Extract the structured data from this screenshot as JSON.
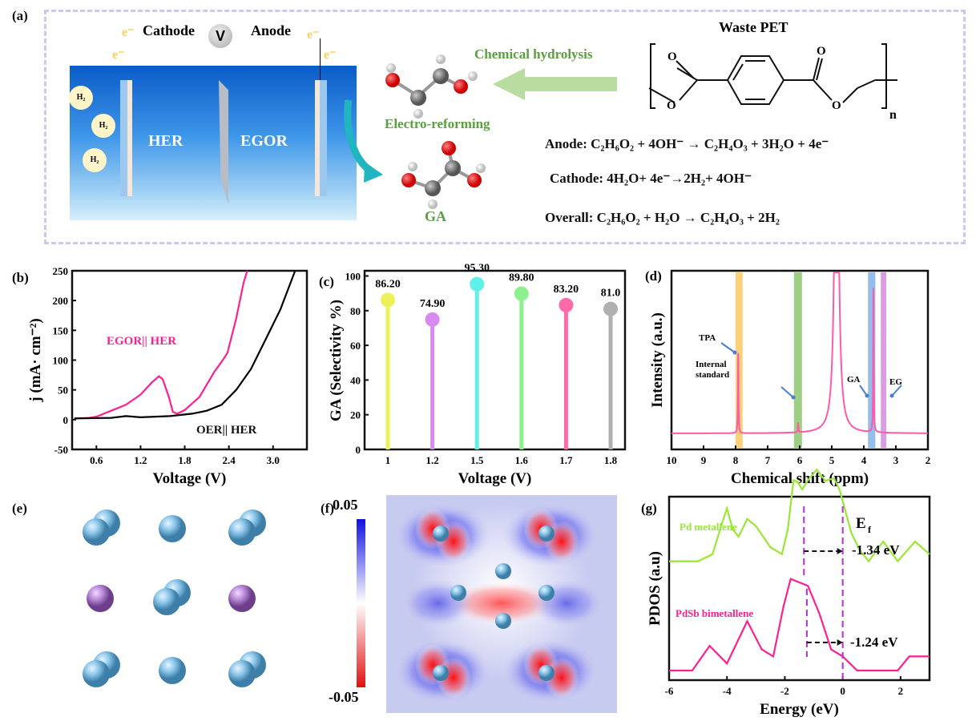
{
  "panels": {
    "a": {
      "label": "(a)",
      "cathode": "Cathode",
      "anode": "Anode",
      "voltmeter": "V",
      "electron": "e⁻",
      "h2": "H₂",
      "her": "HER",
      "egor": "EGOR",
      "electro_reforming": "Electro-reforming",
      "ga": "GA",
      "chemical_hydrolysis": "Chemical hydrolysis",
      "waste_pet": "Waste PET",
      "pet_o": "O",
      "pet_n": "n",
      "eq_anode": "Anode: C₂H₆O₂ + 4OH⁻ → C₂H₄O₃ + 3H₂O + 4e⁻",
      "eq_cathode": "Cathode: 4H₂O+ 4e⁻→2H₂+ 4OH⁻",
      "eq_overall": "Overall: C₂H₆O₂ + H₂O → C₂H₄O₃ + 2H₂"
    },
    "e": {
      "label": "(e)"
    },
    "f": {
      "label": "(f)",
      "cbar_max": "0.05",
      "cbar_min": "-0.05"
    }
  },
  "colors": {
    "pink": "#ff3399",
    "green": "#99e633",
    "blue_bg": "#1e6fd0"
  },
  "chart_data": [
    {
      "id": "b",
      "label": "(b)",
      "type": "line",
      "xlabel": "Voltage (V)",
      "ylabel": "j (mA· cm⁻²)",
      "xlim": [
        0.27,
        3.46
      ],
      "ylim": [
        -50,
        250
      ],
      "xticks": [
        0.6,
        1.2,
        1.8,
        2.4,
        3.0
      ],
      "xtick_labels": [
        "0.6",
        "1.2",
        "1.8",
        "2.4",
        "3.0"
      ],
      "yticks": [
        -50,
        0,
        50,
        100,
        150,
        200,
        250
      ],
      "ytick_labels": [
        "-50",
        "0",
        "50",
        "100",
        "150",
        "200",
        "250"
      ],
      "series": [
        {
          "name": "EGOR|| HER",
          "color": "#ff1f8f",
          "points": [
            [
              0.3,
              2
            ],
            [
              0.5,
              3
            ],
            [
              0.6,
              5
            ],
            [
              0.8,
              15
            ],
            [
              1.0,
              25
            ],
            [
              1.2,
              42
            ],
            [
              1.35,
              62
            ],
            [
              1.45,
              73
            ],
            [
              1.5,
              68
            ],
            [
              1.58,
              40
            ],
            [
              1.64,
              13
            ],
            [
              1.7,
              10
            ],
            [
              1.8,
              16
            ],
            [
              2.0,
              38
            ],
            [
              2.2,
              80
            ],
            [
              2.3,
              97
            ],
            [
              2.38,
              112
            ],
            [
              2.5,
              170
            ],
            [
              2.6,
              230
            ],
            [
              2.65,
              250
            ]
          ]
        },
        {
          "name": "OER|| HER",
          "color": "#000000",
          "points": [
            [
              0.3,
              2
            ],
            [
              0.8,
              3
            ],
            [
              1.0,
              6
            ],
            [
              1.2,
              4
            ],
            [
              1.6,
              6
            ],
            [
              1.9,
              10
            ],
            [
              2.1,
              15
            ],
            [
              2.3,
              25
            ],
            [
              2.5,
              50
            ],
            [
              2.7,
              85
            ],
            [
              2.9,
              135
            ],
            [
              3.1,
              185
            ],
            [
              3.3,
              250
            ]
          ]
        }
      ]
    },
    {
      "id": "c",
      "label": "(c)",
      "type": "bar",
      "xlabel": "Voltage (V)",
      "ylabel": "GA (Selectivity %)",
      "categories": [
        "1",
        "1.2",
        "1.5",
        "1.6",
        "1.7",
        "1.8"
      ],
      "values": [
        86.2,
        74.9,
        95.3,
        89.8,
        83.2,
        81.0
      ],
      "value_labels": [
        "86.20",
        "74.90",
        "95.30",
        "89.80",
        "83.20",
        "81.0"
      ],
      "colors": [
        "#eef05a",
        "#d98af0",
        "#5ff0ea",
        "#8cf08c",
        "#ff6aa8",
        "#b0b0b0"
      ],
      "ylim": [
        0,
        103
      ],
      "yticks": [
        0,
        20,
        40,
        60,
        80,
        100
      ],
      "ytick_labels": [
        "0",
        "20",
        "40",
        "60",
        "80",
        "100"
      ]
    },
    {
      "id": "d",
      "label": "(d)",
      "type": "line",
      "xlabel": "Chemical shift (ppm)",
      "ylabel": "Intensity (a.u.)",
      "xlim": [
        10,
        2
      ],
      "xticks": [
        10,
        9,
        8,
        7,
        6,
        5,
        4,
        3,
        2
      ],
      "xtick_labels": [
        "10",
        "9",
        "8",
        "7",
        "6",
        "5",
        "4",
        "3",
        "2"
      ],
      "peaks": [
        {
          "ppm": 7.92,
          "height": 0.5
        },
        {
          "ppm": 6.05,
          "height": 0.06
        },
        {
          "ppm": 4.85,
          "height": 3.0
        },
        {
          "ppm": 3.7,
          "height": 0.9
        }
      ],
      "bands": [
        {
          "name": "TPA",
          "from": 8.0,
          "to": 7.78,
          "color": "#ffc04d"
        },
        {
          "name": "Internal standard",
          "from": 6.18,
          "to": 5.93,
          "color": "#7cbd5a"
        },
        {
          "name": "GA",
          "from": 3.87,
          "to": 3.64,
          "color": "#6fa8e6"
        },
        {
          "name": "EG",
          "from": 3.47,
          "to": 3.3,
          "color": "#d07ad9"
        }
      ],
      "annotations": [
        "TPA",
        "Internal",
        "standard",
        "GA",
        "EG"
      ],
      "line_color": "#ff5aa8"
    },
    {
      "id": "g",
      "label": "(g)",
      "type": "line",
      "xlabel": "Energy (eV)",
      "ylabel": "PDOS (a.u)",
      "xlim": [
        -6,
        3
      ],
      "xticks": [
        -6,
        -4,
        -2,
        0,
        2
      ],
      "xtick_labels": [
        "-6",
        "-4",
        "-2",
        "0",
        "2"
      ],
      "fermi_label": "E",
      "fermi_sub": "f",
      "series": [
        {
          "name": "Pd  metallene",
          "color": "#99e633",
          "offset": 1.55,
          "d_band_center": -1.34,
          "shift_label": "-1.34 eV",
          "points": [
            [
              -6,
              0
            ],
            [
              -5,
              0
            ],
            [
              -4.5,
              0.1
            ],
            [
              -4.2,
              0.5
            ],
            [
              -4,
              0.75
            ],
            [
              -3.8,
              0.45
            ],
            [
              -3.6,
              0.35
            ],
            [
              -3.3,
              0.6
            ],
            [
              -3,
              0.5
            ],
            [
              -2.5,
              0.2
            ],
            [
              -2.1,
              0.1
            ],
            [
              -1.9,
              0.45
            ],
            [
              -1.7,
              1.15
            ],
            [
              -1.55,
              1.12
            ],
            [
              -1.4,
              1.02
            ],
            [
              -1.2,
              1.15
            ],
            [
              -0.9,
              1.3
            ],
            [
              -0.6,
              1.14
            ],
            [
              -0.3,
              1.18
            ],
            [
              -0.1,
              1.0
            ],
            [
              0.3,
              0.4
            ],
            [
              0.6,
              0.15
            ],
            [
              0.9,
              0.0
            ],
            [
              1.4,
              0.28
            ],
            [
              1.9,
              0
            ],
            [
              2.5,
              0.28
            ],
            [
              3,
              0.1
            ]
          ]
        },
        {
          "name": "PdSb bimetallene",
          "color": "#ff1f8f",
          "offset": 0,
          "d_band_center": -1.24,
          "shift_label": "-1.24 eV",
          "points": [
            [
              -6,
              0
            ],
            [
              -5.2,
              0
            ],
            [
              -4.6,
              0.35
            ],
            [
              -4,
              0.1
            ],
            [
              -3.3,
              0.7
            ],
            [
              -2.8,
              0.3
            ],
            [
              -2.4,
              0.2
            ],
            [
              -2.05,
              0.9
            ],
            [
              -1.8,
              1.3
            ],
            [
              -1.2,
              1.2
            ],
            [
              -0.8,
              0.8
            ],
            [
              -0.4,
              0.3
            ],
            [
              0,
              0.2
            ],
            [
              0.5,
              0
            ],
            [
              1.9,
              0
            ],
            [
              2.3,
              0.2
            ],
            [
              3,
              0.2
            ]
          ]
        }
      ]
    }
  ]
}
